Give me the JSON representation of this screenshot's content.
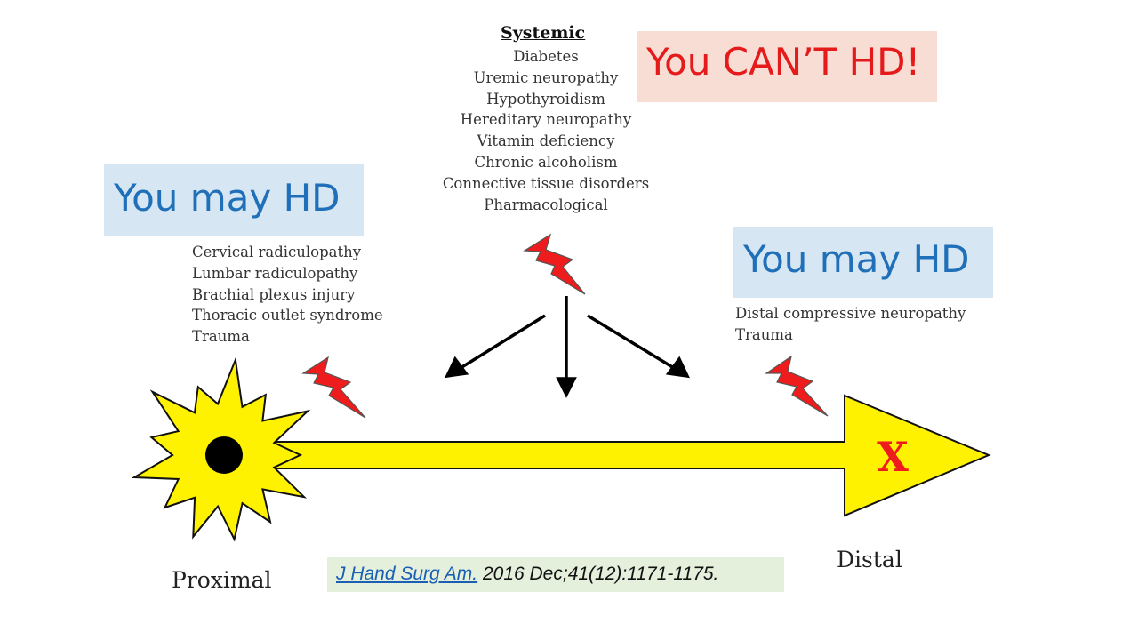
{
  "systemic": {
    "title": "Systemic",
    "items": [
      "Diabetes",
      "Uremic neuropathy",
      "Hypothyroidism",
      "Hereditary neuropathy",
      "Vitamin deficiency",
      "Chronic alcoholism",
      "Connective tissue disorders",
      "Pharmacological"
    ]
  },
  "proximal_causes": [
    "Cervical radiculopathy",
    "Lumbar radiculopathy",
    "Brachial plexus injury",
    "Thoracic outlet syndrome",
    "Trauma"
  ],
  "distal_causes": [
    "Distal compressive neuropathy",
    "Trauma"
  ],
  "callouts": {
    "cant_hd": "You CAN’T HD!",
    "may_hd_left": "You may HD",
    "may_hd_right": "You may HD"
  },
  "labels": {
    "proximal": "Proximal",
    "distal": "Distal",
    "lesion_mark": "X"
  },
  "citation": {
    "journal": "J Hand Surg Am.",
    "details": "2016 Dec;41(12):1171-1175."
  },
  "colors": {
    "nerve_fill": "#fff200",
    "bolt_fill": "#ee1c1c",
    "callout_blue": "#d6e6f2",
    "callout_red": "#f8ddd5",
    "citation_bg": "#e4efdc"
  }
}
